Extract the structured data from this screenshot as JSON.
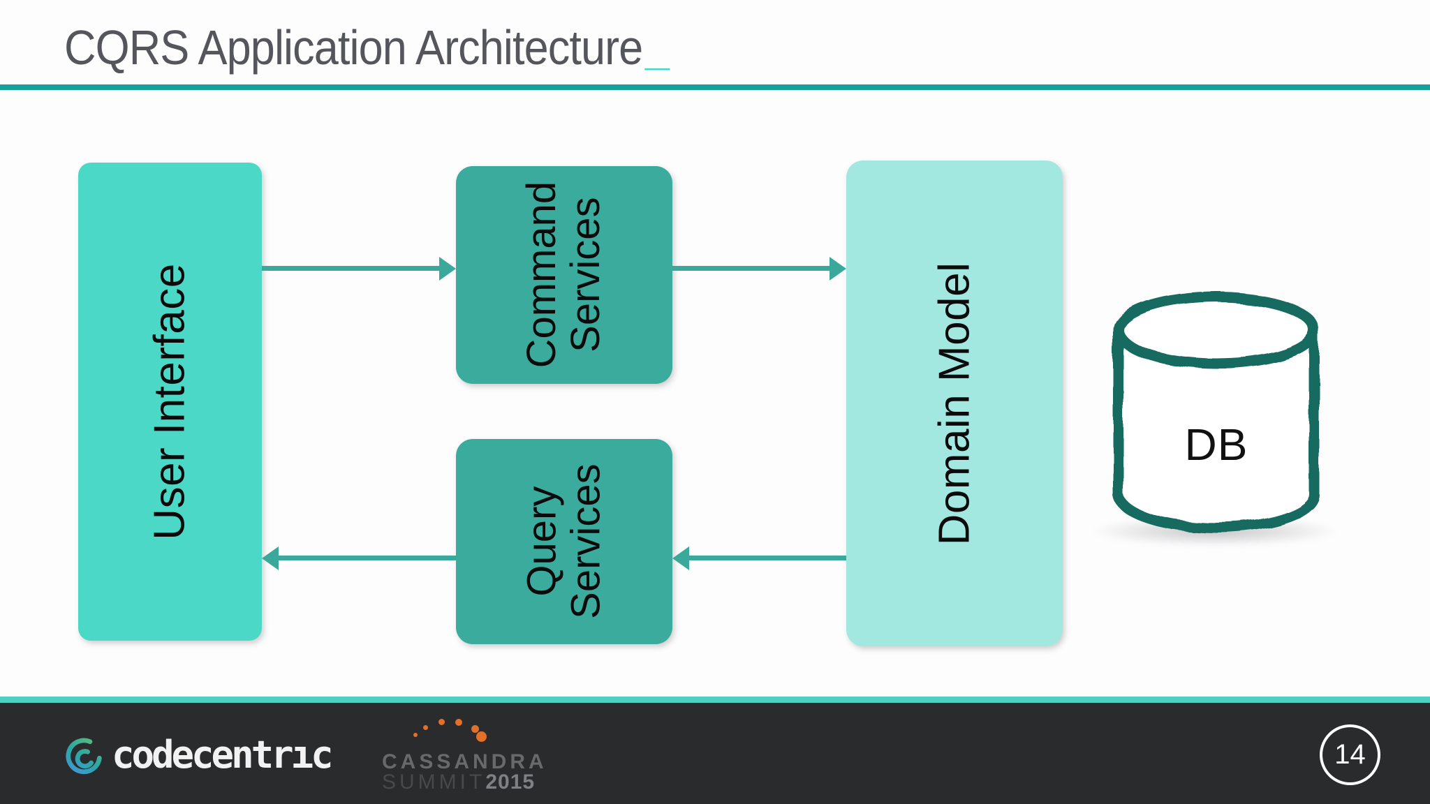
{
  "header": {
    "title": "CQRS Application Architecture",
    "cursor": "_"
  },
  "diagram": {
    "user_interface": {
      "label": "User Interface"
    },
    "command_services": {
      "line1": "Command",
      "line2": "Services"
    },
    "query_services": {
      "line1": "Query",
      "line2": "Services"
    },
    "domain_model": {
      "label": "Domain Model"
    },
    "database": {
      "label": "DB"
    },
    "arrows": [
      {
        "from": "User Interface",
        "to": "Command Services",
        "direction": "right"
      },
      {
        "from": "Command Services",
        "to": "Domain Model",
        "direction": "right"
      },
      {
        "from": "Domain Model",
        "to": "Query Services",
        "direction": "left"
      },
      {
        "from": "Query Services",
        "to": "User Interface",
        "direction": "left"
      }
    ]
  },
  "footer": {
    "codecentric": {
      "wordmark": "codecentrıc"
    },
    "cassandra_summit": {
      "line1": "CASSANDRA",
      "line2": "SUMMIT",
      "year": "2015"
    },
    "page_number": "14"
  },
  "colors": {
    "box_user_interface": "#4bd8c6",
    "box_services": "#3bab9d",
    "box_domain_model": "#a3e8e0",
    "arrow": "#3aa99c",
    "title_rule": "#15a29a",
    "title_cursor": "#49d7c5",
    "title_text": "#54565b",
    "db_stroke": "#176a60",
    "footer_strip": "#4ecfc4",
    "footer_background": "#2a2b2d",
    "cassandra_orange": "#e2702a"
  }
}
